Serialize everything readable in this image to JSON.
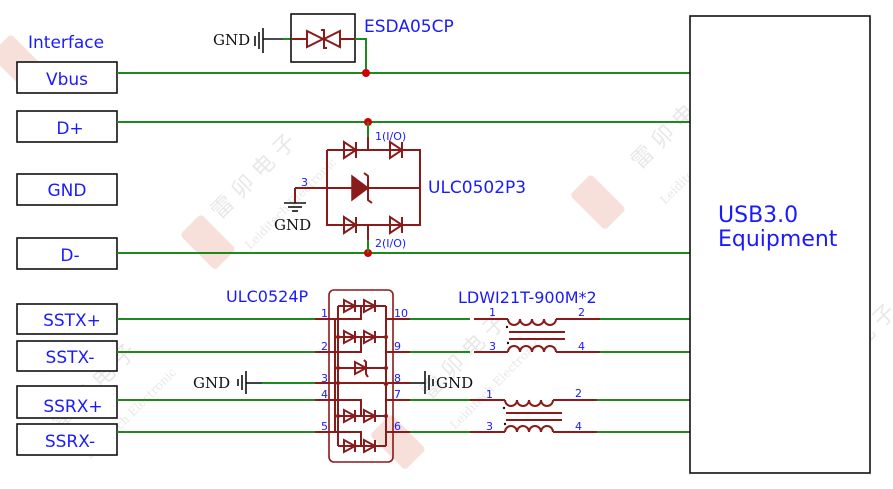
{
  "interface": {
    "title": "Interface",
    "ports": [
      {
        "label": "Vbus"
      },
      {
        "label": "D+"
      },
      {
        "label": "GND"
      },
      {
        "label": "D-"
      },
      {
        "label": "SSTX+"
      },
      {
        "label": "SSTX-"
      },
      {
        "label": "SSRX+"
      },
      {
        "label": "SSRX-"
      }
    ]
  },
  "components": {
    "esda": {
      "name": "ESDA05CP",
      "gnd_label": "GND"
    },
    "ulc0502": {
      "name": "ULC0502P3",
      "pin1": "1(I/O)",
      "pin2": "2(I/O)",
      "pin3": "3",
      "gnd_label": "GND"
    },
    "ulc0524": {
      "name": "ULC0524P",
      "left_pins": [
        "1",
        "2",
        "3",
        "4",
        "5"
      ],
      "right_pins": [
        "10",
        "9",
        "8",
        "7",
        "6"
      ],
      "gnd_left": "GND",
      "gnd_right": "GND"
    },
    "cmc": {
      "name": "LDWI21T-900M*2",
      "pins": [
        "1",
        "2",
        "3",
        "4"
      ]
    }
  },
  "equipment": {
    "line1": "USB3.0",
    "line2": "Equipment"
  },
  "watermark": {
    "cn": "雷 卯 电 子",
    "en": "Leiditech Electronic"
  },
  "colors": {
    "wire": "#1e8a1e",
    "component": "#8b1a1a",
    "label": "#1a1aff",
    "junction": "#d40000"
  }
}
